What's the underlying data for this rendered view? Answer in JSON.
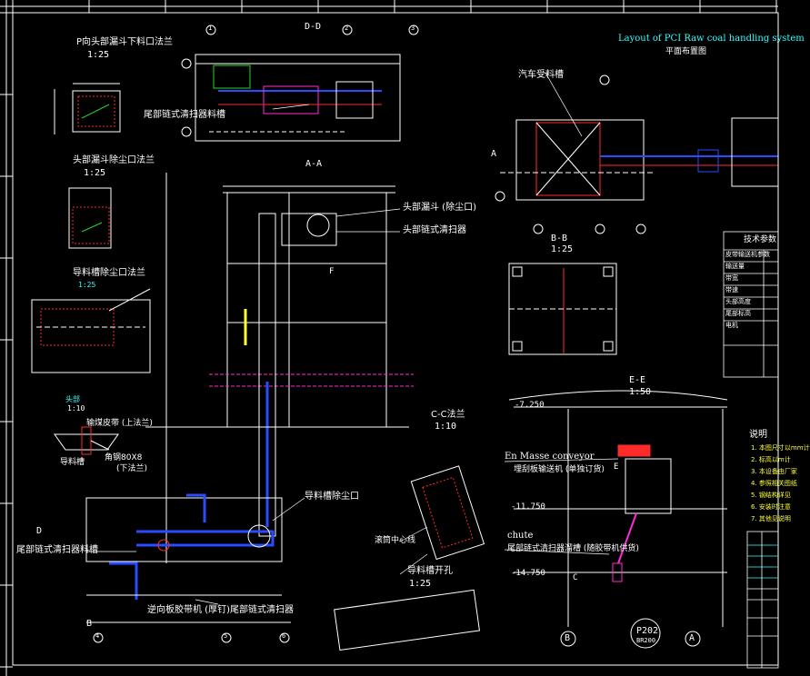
{
  "colors": {
    "background": "#000000",
    "frame": "#ffffff",
    "structure": "#ffffff",
    "red": "#ff2a2a",
    "blue": "#2a4cff",
    "magenta": "#ff2ad4",
    "green": "#29d629",
    "yellow": "#ffff33",
    "cyan": "#33ffff",
    "leader": "#ffffff"
  },
  "title": {
    "main": "Layout of PCI Raw coal handling system",
    "sub": "平面布置图"
  },
  "views": {
    "top_left_1_title": "P向头部漏斗下料口法兰",
    "top_left_1_scale": "1:25",
    "top_left_2_title": "头部漏斗除尘口法兰",
    "top_left_2_scale": "1:25",
    "top_left_3_title": "导料槽除尘口法兰",
    "top_left_3_scale": "1:25",
    "detail_title": "头部",
    "detail_scale": "1:10",
    "dd_title": "D-D",
    "aa_title": "A-A",
    "bb_title": "B-B",
    "bb_scale": "1:25",
    "ee_title": "E-E",
    "ee_scale": "1:50",
    "cc_title": "C-C法兰",
    "cc_scale": "1:10"
  },
  "labels": {
    "dd_note": "尾部链式清扫器料槽",
    "head_funnel": "头部漏斗 (除尘口)",
    "head_cleaner": "头部链式清扫器",
    "chute_dust": "导料槽除尘口",
    "tail_cleaner": "尾部链式清扫器料槽",
    "belt_conveyor": "逆向板胶带机 (厚钉)",
    "tail_chain": "尾部链式清扫器",
    "center_line": "滚筒中心线",
    "chute_hole": "导料槽开孔",
    "en_masse": "En Masse conveyor",
    "en_masse_cn": "埋刮板输送机 (单独订货)",
    "chute": "chute",
    "chute_cn": "尾部链式清扫器溜槽 (随胶带机供货)",
    "elev_1": "-7.250",
    "elev_2": "-11.750",
    "elev_3": "-14.750",
    "car_unload": "汽车受料槽",
    "scale_125": "1:25",
    "flange_top": "输煤皮带 (上法兰)",
    "flange_bot": "(下法兰)",
    "flange_mid": "角钢80X8",
    "flange_guide": "导料槽",
    "drawing_no": "P202",
    "drawing_sub": "BR200",
    "legend_title": "说明",
    "table_title": "技术参数",
    "section_mark_a": "A",
    "section_mark_b": "B",
    "section_mark_c": "C",
    "section_mark_d": "D",
    "section_mark_e": "E",
    "section_mark_f": "F",
    "axis_a": "A",
    "axis_b": "B",
    "axis_1": "1",
    "axis_2": "2",
    "axis_3": "3",
    "axis_4": "4",
    "axis_5": "5",
    "axis_6": "6"
  },
  "table_rows": [
    "皮带输送机参数",
    "输送量",
    "带宽",
    "带速",
    "头部高度",
    "尾部标高",
    "电机"
  ],
  "legend_rows": [
    "1. 本图尺寸以mm计",
    "2. 标高以m计",
    "3. 本设备由厂家",
    "4. 参照相关图纸",
    "5. 钢结构详见",
    "6. 安装时注意",
    "7. 其他见说明"
  ]
}
